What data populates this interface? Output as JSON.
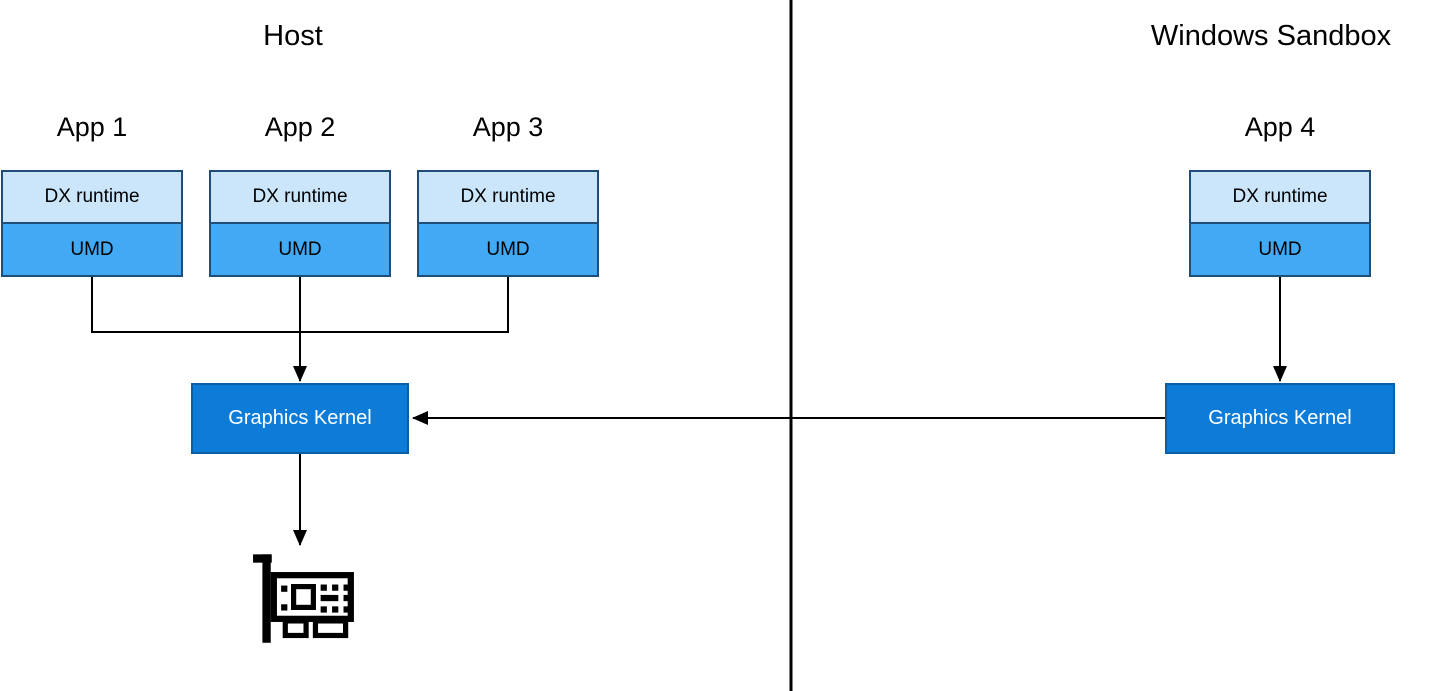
{
  "colors": {
    "text": "#000000",
    "line": "#000000",
    "app-border": "#1f4e79",
    "dx-fill": "#cbe6fb",
    "umd-fill": "#42a9f5",
    "kernel-fill": "#0c7cd8",
    "kernel-border": "#0a5fa4",
    "kernel-text": "#ffffff"
  },
  "sections": {
    "host": {
      "title": "Host",
      "apps": [
        {
          "label": "App 1",
          "layers": [
            "DX runtime",
            "UMD"
          ]
        },
        {
          "label": "App 2",
          "layers": [
            "DX runtime",
            "UMD"
          ]
        },
        {
          "label": "App 3",
          "layers": [
            "DX runtime",
            "UMD"
          ]
        }
      ],
      "kernel_label": "Graphics Kernel"
    },
    "sandbox": {
      "title": "Windows Sandbox",
      "apps": [
        {
          "label": "App 4",
          "layers": [
            "DX runtime",
            "UMD"
          ]
        }
      ],
      "kernel_label": "Graphics Kernel"
    }
  },
  "icons": {
    "gpu": "graphics-card-icon"
  }
}
